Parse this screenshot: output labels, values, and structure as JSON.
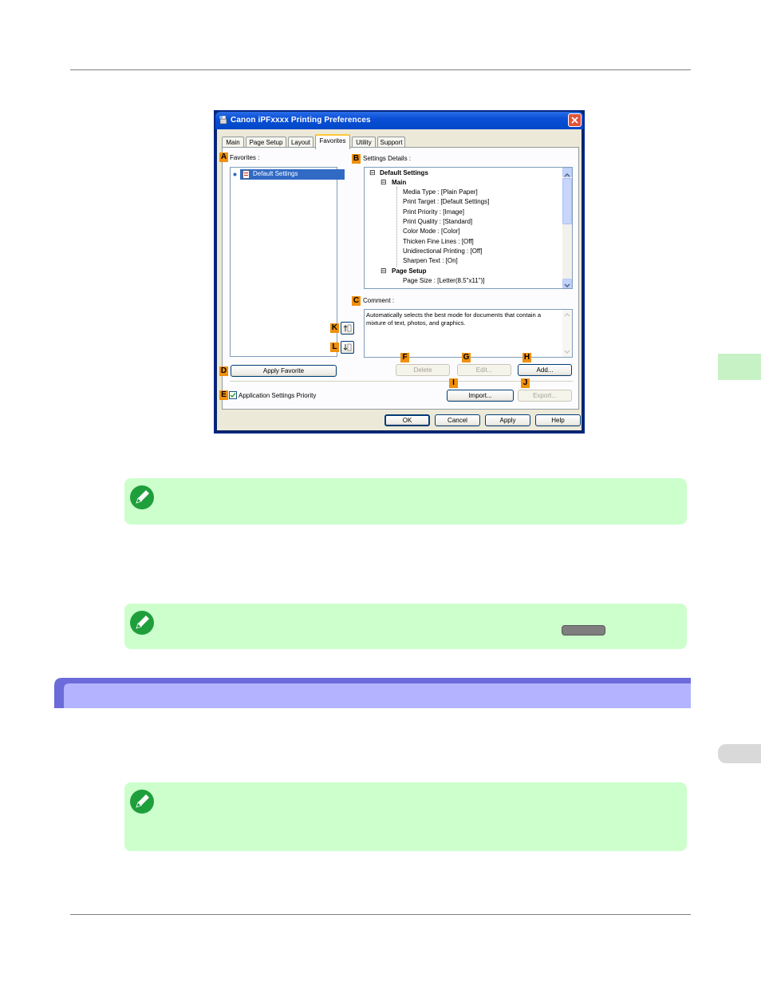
{
  "dialog": {
    "title": "Canon iPFxxxx Printing Preferences",
    "tabs": [
      "Main",
      "Page Setup",
      "Layout",
      "Favorites",
      "Utility",
      "Support"
    ],
    "active_tab": "Favorites",
    "favorites_label": "Favorites :",
    "favorites_items": [
      "Default Settings"
    ],
    "settings_details_label": "Settings Details :",
    "settings_tree": {
      "root": "Default Settings",
      "groups": [
        {
          "name": "Main",
          "items": [
            "Media Type : [Plain Paper]",
            "Print Target : [Default Settings]",
            "Print Priority : [Image]",
            "Print Quality : [Standard]",
            "Color Mode : [Color]",
            "Thicken Fine Lines : [Off]",
            "Unidirectional Printing : [Off]",
            "Sharpen Text : [On]"
          ]
        },
        {
          "name": "Page Setup",
          "items": [
            "Page Size : [Letter(8.5\"x11\")]"
          ]
        }
      ]
    },
    "comment_label": "Comment :",
    "comment_text_line1": "Automatically selects the best mode for documents that contain a",
    "comment_text_line2": "mixture of text, photos, and graphics.",
    "buttons": {
      "apply_favorite": "Apply Favorite",
      "delete": "Delete",
      "edit": "Edit...",
      "add": "Add...",
      "import": "Import...",
      "export": "Export...",
      "ok": "OK",
      "cancel": "Cancel",
      "apply": "Apply",
      "help": "Help"
    },
    "checkbox_label": "Application Settings Priority",
    "checkbox_checked": true,
    "markers": [
      "A",
      "B",
      "C",
      "D",
      "E",
      "F",
      "G",
      "H",
      "I",
      "J",
      "K",
      "L"
    ]
  },
  "colors": {
    "note_bg": "#ccffcc",
    "marker": "#f0900c",
    "section_bar": "#b3b3ff",
    "side_tab_green": "#c6f2c6",
    "side_tab_gray": "#d9d9d9"
  },
  "icons": {
    "note": "pencil-note-icon",
    "close": "close-icon",
    "favorite": "favorite-document-icon",
    "move_up": "move-up-icon",
    "move_down": "move-down-icon"
  }
}
